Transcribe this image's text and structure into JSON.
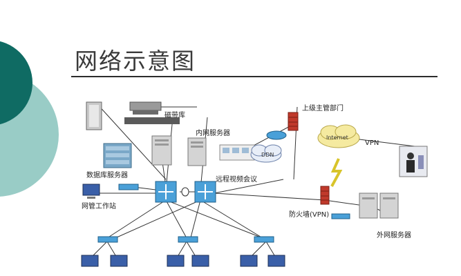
{
  "slide": {
    "title": "网络示意图"
  },
  "diagram": {
    "labels": {
      "tape_library": "磁带库",
      "superior_dept": "上级主管部门",
      "internal_server": "内网服务器",
      "ddn": "DDN",
      "internet": "Internet",
      "vpn": "VPN",
      "database_server": "数据库服务器",
      "video_conference": "远程视频会议",
      "nms_station": "网管工作站",
      "firewall": "防火墙(VPN)",
      "external_server": "外网服务器"
    },
    "colors": {
      "deco_dark": "#0f6b63",
      "deco_light": "#7fbfb8",
      "switch_blue": "#4aa0d8",
      "firewall_red": "#c0392b",
      "cloud_yellow": "#f5eaa0",
      "line": "#333333"
    }
  }
}
